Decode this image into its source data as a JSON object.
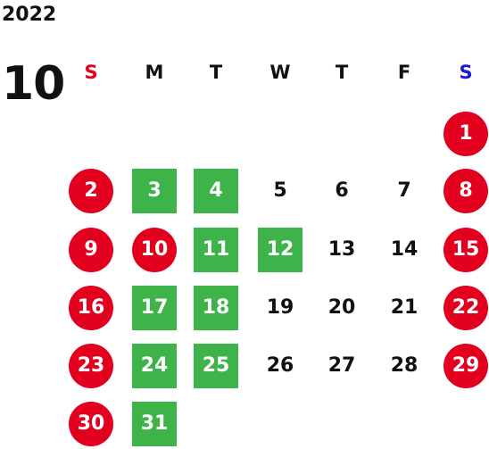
{
  "calendar": {
    "year": "2022",
    "month": "10",
    "colors": {
      "holiday_circle": "#e2001e",
      "green_square": "#3db34a",
      "sunday_label": "#e2001e",
      "saturday_label": "#1b1bd6",
      "weekday_label": "#111111",
      "normal_text": "#111111"
    },
    "weekdays": [
      {
        "label": "S",
        "kind": "sunday"
      },
      {
        "label": "M",
        "kind": "weekday"
      },
      {
        "label": "T",
        "kind": "weekday"
      },
      {
        "label": "W",
        "kind": "weekday"
      },
      {
        "label": "T",
        "kind": "weekday"
      },
      {
        "label": "F",
        "kind": "weekday"
      },
      {
        "label": "S",
        "kind": "saturday"
      }
    ],
    "weeks": [
      [
        null,
        null,
        null,
        null,
        null,
        null,
        {
          "d": "1",
          "style": "holiday"
        }
      ],
      [
        {
          "d": "2",
          "style": "holiday"
        },
        {
          "d": "3",
          "style": "workday"
        },
        {
          "d": "4",
          "style": "workday"
        },
        {
          "d": "5",
          "style": "normal"
        },
        {
          "d": "6",
          "style": "normal"
        },
        {
          "d": "7",
          "style": "normal"
        },
        {
          "d": "8",
          "style": "holiday"
        }
      ],
      [
        {
          "d": "9",
          "style": "holiday"
        },
        {
          "d": "10",
          "style": "holiday"
        },
        {
          "d": "11",
          "style": "workday"
        },
        {
          "d": "12",
          "style": "workday"
        },
        {
          "d": "13",
          "style": "normal"
        },
        {
          "d": "14",
          "style": "normal"
        },
        {
          "d": "15",
          "style": "holiday"
        }
      ],
      [
        {
          "d": "16",
          "style": "holiday"
        },
        {
          "d": "17",
          "style": "workday"
        },
        {
          "d": "18",
          "style": "workday"
        },
        {
          "d": "19",
          "style": "normal"
        },
        {
          "d": "20",
          "style": "normal"
        },
        {
          "d": "21",
          "style": "normal"
        },
        {
          "d": "22",
          "style": "holiday"
        }
      ],
      [
        {
          "d": "23",
          "style": "holiday"
        },
        {
          "d": "24",
          "style": "workday"
        },
        {
          "d": "25",
          "style": "workday"
        },
        {
          "d": "26",
          "style": "normal"
        },
        {
          "d": "27",
          "style": "normal"
        },
        {
          "d": "28",
          "style": "normal"
        },
        {
          "d": "29",
          "style": "holiday"
        }
      ],
      [
        {
          "d": "30",
          "style": "holiday"
        },
        {
          "d": "31",
          "style": "workday"
        },
        null,
        null,
        null,
        null,
        null
      ]
    ]
  }
}
